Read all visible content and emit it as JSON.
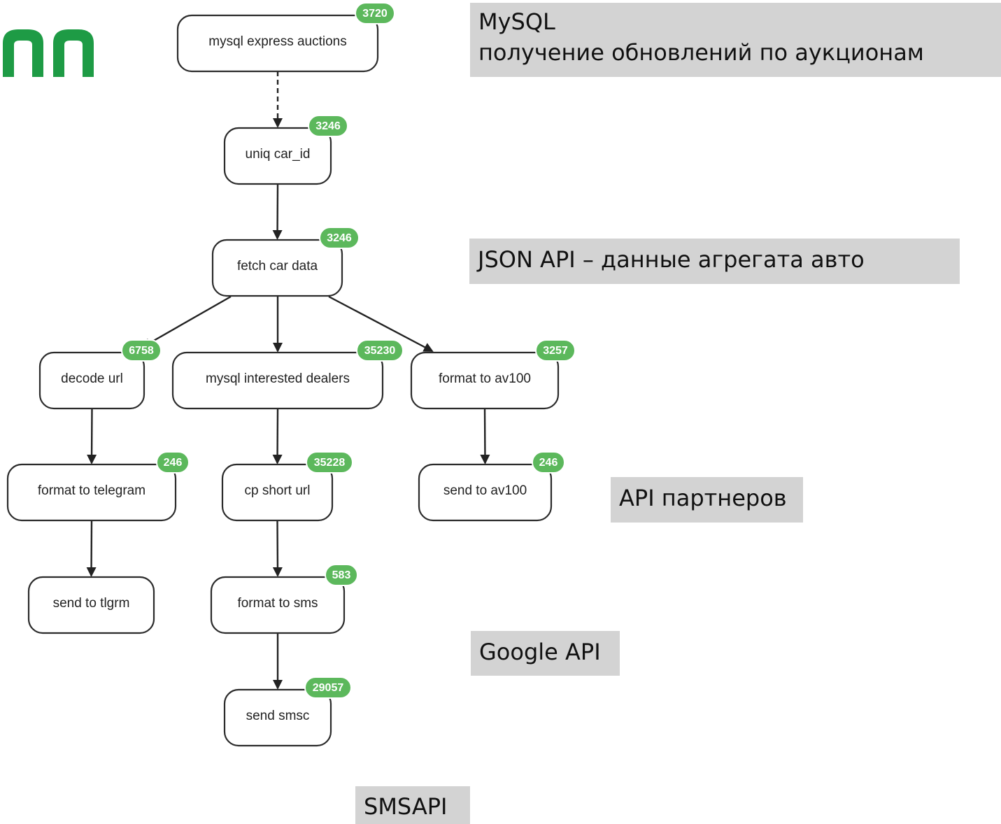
{
  "colors": {
    "badge": "#5cb85c",
    "logo": "#1e9b45",
    "annotation_bg": "#d3d3d3",
    "edge": "#222222"
  },
  "logo": {
    "icon": "brand-logo-icon"
  },
  "diagram": {
    "nodes": [
      {
        "id": "mysql_express_auctions",
        "label": "mysql express auctions",
        "count": "3720"
      },
      {
        "id": "uniq_car_id",
        "label": "uniq car_id",
        "count": "3246"
      },
      {
        "id": "fetch_car_data",
        "label": "fetch car data",
        "count": "3246"
      },
      {
        "id": "decode_url",
        "label": "decode url",
        "count": "6758"
      },
      {
        "id": "mysql_interested_dealers",
        "label": "mysql interested dealers",
        "count": "35230"
      },
      {
        "id": "format_to_av100",
        "label": "format to av100",
        "count": "3257"
      },
      {
        "id": "format_to_telegram",
        "label": "format to telegram",
        "count": "246"
      },
      {
        "id": "cp_short_url",
        "label": "cp short url",
        "count": "35228"
      },
      {
        "id": "send_to_av100",
        "label": "send to av100",
        "count": "246"
      },
      {
        "id": "send_to_tlgrm",
        "label": "send to tlgrm",
        "count": ""
      },
      {
        "id": "format_to_sms",
        "label": "format to sms",
        "count": "583"
      },
      {
        "id": "send_smsc",
        "label": "send smsc",
        "count": "29057"
      }
    ],
    "edges": [
      {
        "from": "mysql_express_auctions",
        "to": "uniq_car_id",
        "style": "dashed"
      },
      {
        "from": "uniq_car_id",
        "to": "fetch_car_data",
        "style": "solid"
      },
      {
        "from": "fetch_car_data",
        "to": "decode_url",
        "style": "solid"
      },
      {
        "from": "fetch_car_data",
        "to": "mysql_interested_dealers",
        "style": "solid"
      },
      {
        "from": "fetch_car_data",
        "to": "format_to_av100",
        "style": "solid"
      },
      {
        "from": "decode_url",
        "to": "format_to_telegram",
        "style": "solid"
      },
      {
        "from": "format_to_telegram",
        "to": "send_to_tlgrm",
        "style": "solid"
      },
      {
        "from": "mysql_interested_dealers",
        "to": "cp_short_url",
        "style": "solid"
      },
      {
        "from": "cp_short_url",
        "to": "format_to_sms",
        "style": "solid"
      },
      {
        "from": "format_to_sms",
        "to": "send_smsc",
        "style": "solid"
      },
      {
        "from": "format_to_av100",
        "to": "send_to_av100",
        "style": "solid"
      }
    ]
  },
  "annotations": {
    "mysql": {
      "line1": "MySQL",
      "line2": "получение обновлений по аукционам"
    },
    "json_api": "JSON API – данные агрегата авто",
    "partners_api": "API партнеров",
    "google_api": "Google API",
    "smsapi": "SMSAPI"
  }
}
